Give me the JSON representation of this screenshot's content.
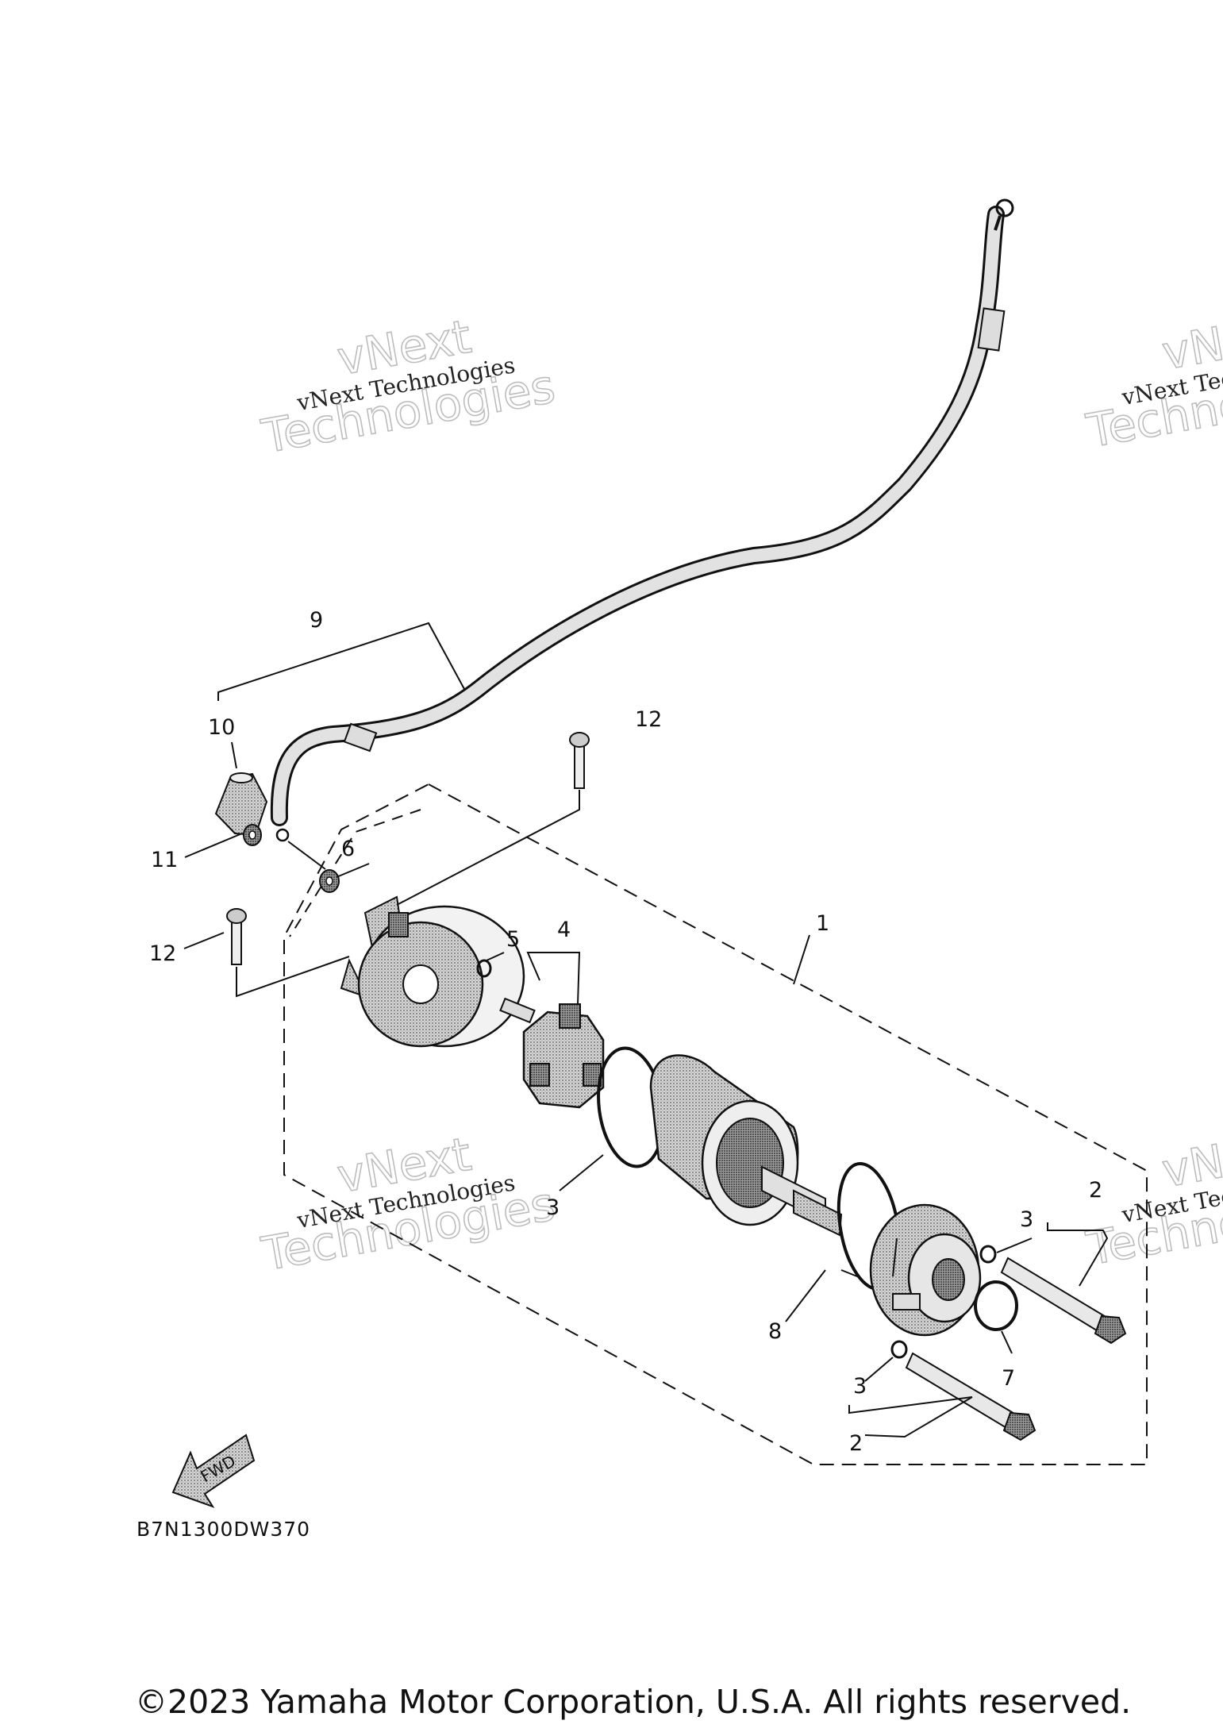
{
  "diagram": {
    "callouts": {
      "c1": "1",
      "c2a": "2",
      "c2b": "2",
      "c3a": "3",
      "c3b": "3",
      "c3c": "3",
      "c4": "4",
      "c5": "5",
      "c6": "6",
      "c7": "7",
      "c8": "8",
      "c9": "9",
      "c10": "10",
      "c11": "11",
      "c12a": "12",
      "c12b": "12"
    },
    "diagram_code": "B7N1300DW370",
    "fwd_label": "FWD"
  },
  "watermark": {
    "line1": "vNext",
    "line2": "Technologies",
    "small": "vNext Technologies"
  },
  "copyright": "©2023 Yamaha Motor Corporation, U.S.A. All rights reserved."
}
